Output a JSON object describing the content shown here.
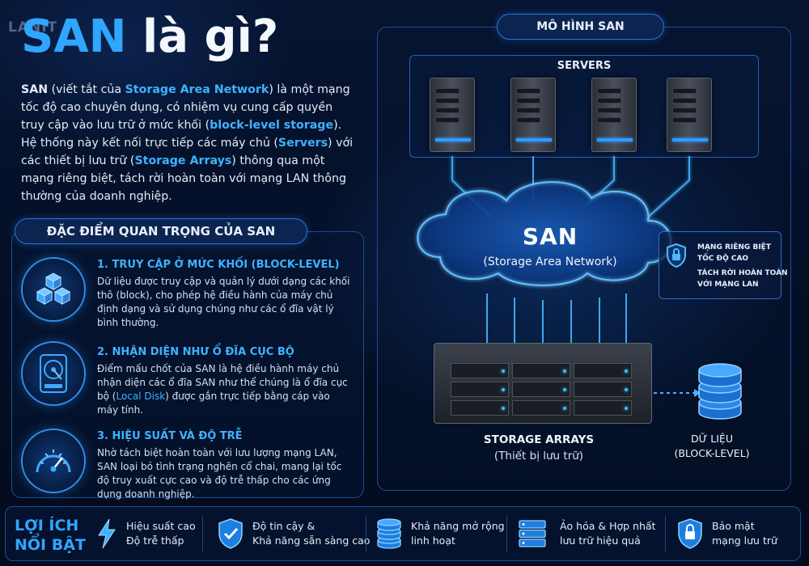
{
  "brand": "LANIT",
  "title": {
    "part1": "SAN",
    "part2": " là gì?"
  },
  "intro": [
    {
      "t": "SAN",
      "hl": false,
      "b": true
    },
    {
      "t": " (viết tắt của ",
      "hl": false
    },
    {
      "t": "Storage Area Network",
      "hl": true
    },
    {
      "t": ") là một mạng tốc độ cao chuyên dụng, có nhiệm vụ cung cấp quyền truy cập vào lưu trữ ở mức khối (",
      "hl": false
    },
    {
      "t": "block-level storage",
      "hl": true
    },
    {
      "t": "). Hệ thống này kết nối trực tiếp các máy chủ (",
      "hl": false
    },
    {
      "t": "Servers",
      "hl": true
    },
    {
      "t": ") với các thiết bị lưu trữ (",
      "hl": false
    },
    {
      "t": "Storage Arrays",
      "hl": true
    },
    {
      "t": ") thông qua một mạng riêng biệt, tách rời hoàn toàn với mạng LAN thông thường của doanh nghiệp.",
      "hl": false
    }
  ],
  "features": {
    "title": "ĐẶC ĐIỂM QUAN TRỌNG CỦA SAN",
    "items": [
      {
        "icon": "cubes-icon",
        "heading": "1. TRUY CẬP Ở MỨC KHỐI (BLOCK-LEVEL)",
        "text": "Dữ liệu được truy cập và quản lý dưới dạng các khối thô (block), cho phép hệ điều hành của máy chủ định dạng và sử dụng chúng như các ổ đĩa vật lý bình thường."
      },
      {
        "icon": "hard-disk-icon",
        "heading": "2. NHẬN DIỆN NHƯ Ổ ĐĨA CỤC BỘ",
        "text_pre": "Điểm mấu chốt của SAN là hệ điều hành máy chủ nhận diện các ổ đĩa SAN như thể chúng là ổ đĩa cục bộ (",
        "text_hl": "Local Disk",
        "text_post": ") được gắn trực tiếp bằng cáp vào máy tính."
      },
      {
        "icon": "speedometer-icon",
        "heading": "3. HIỆU SUẤT VÀ ĐỘ TRỄ",
        "text": "Nhờ tách biệt hoàn toàn với lưu lượng mạng LAN, SAN loại bỏ tình trạng nghẽn cổ chai, mang lại tốc độ truy xuất cực cao và độ trễ thấp cho các ứng dụng doanh nghiệp."
      }
    ]
  },
  "model": {
    "title": "MÔ HÌNH SAN",
    "servers_label": "SERVERS",
    "cloud_title": "SAN",
    "cloud_subtitle": "(Storage Area Network)",
    "note": [
      "MẠNG RIÊNG BIỆT",
      "TỐC ĐỘ CAO",
      "TÁCH RỜI HOÀN TOÀN",
      "VỚI MẠNG LAN"
    ],
    "storage_label": "STORAGE ARRAYS",
    "storage_sub": "(Thiết bị lưu trữ)",
    "data_label": [
      "DỮ LIỆU",
      "(BLOCK-LEVEL)"
    ]
  },
  "benefits": {
    "heading": [
      "LỢI ÍCH",
      "NỔI BẬT"
    ],
    "items": [
      {
        "icon": "lightning-icon",
        "lines": [
          "Hiệu suất cao",
          "Độ trễ thấp"
        ]
      },
      {
        "icon": "shield-check-icon",
        "lines": [
          "Độ tin cậy &",
          "Khả năng sẵn sàng cao"
        ]
      },
      {
        "icon": "database-icon",
        "lines": [
          "Khả năng mở rộng",
          "linh hoạt"
        ]
      },
      {
        "icon": "server-rack-icon",
        "lines": [
          "Ảo hóa & Hợp nhất",
          "lưu trữ hiệu quả"
        ]
      },
      {
        "icon": "lock-shield-icon",
        "lines": [
          "Bảo mật",
          "mạng lưu trữ"
        ]
      }
    ]
  },
  "colors": {
    "accent": "#2fa6ff",
    "background": "#040d20",
    "border": "#1c4d95"
  }
}
